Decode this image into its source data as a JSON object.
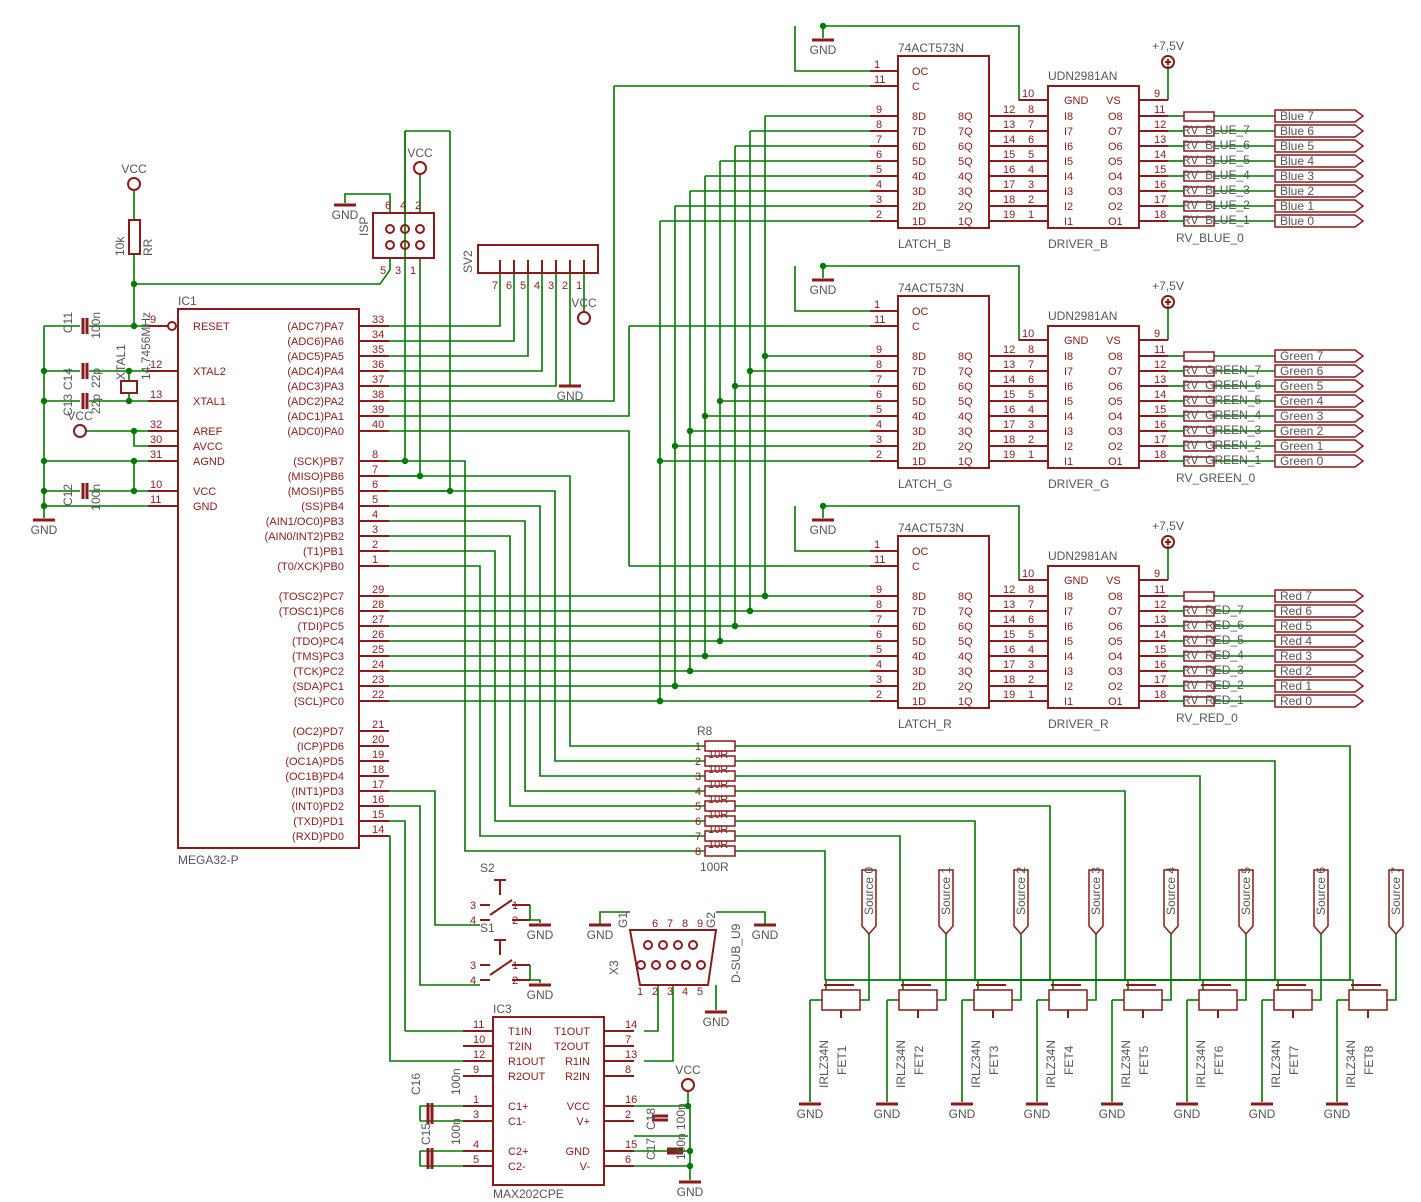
{
  "colors": {
    "wire": "#007a00",
    "symbol": "#8b1a1a",
    "label": "#555555",
    "background": "#ffffff"
  },
  "power": {
    "vcc": "VCC",
    "gnd": "GND",
    "v75": "+7,5V"
  },
  "mcu": {
    "ref": "IC1",
    "value": "MEGA32-P",
    "left_pins": [
      {
        "num": "9",
        "name": "RESET"
      },
      {
        "num": "12",
        "name": "XTAL2"
      },
      {
        "num": "13",
        "name": "XTAL1"
      },
      {
        "num": "32",
        "name": "AREF"
      },
      {
        "num": "30",
        "name": "AVCC"
      },
      {
        "num": "31",
        "name": "AGND"
      },
      {
        "num": "10",
        "name": "VCC"
      },
      {
        "num": "11",
        "name": "GND"
      }
    ],
    "right_pins": [
      {
        "num": "33",
        "name": "(ADC7)PA7"
      },
      {
        "num": "34",
        "name": "(ADC6)PA6"
      },
      {
        "num": "35",
        "name": "(ADC5)PA5"
      },
      {
        "num": "36",
        "name": "(ADC4)PA4"
      },
      {
        "num": "37",
        "name": "(ADC3)PA3"
      },
      {
        "num": "38",
        "name": "(ADC2)PA2"
      },
      {
        "num": "39",
        "name": "(ADC1)PA1"
      },
      {
        "num": "40",
        "name": "(ADC0)PA0"
      },
      {
        "num": "8",
        "name": "(SCK)PB7"
      },
      {
        "num": "7",
        "name": "(MISO)PB6"
      },
      {
        "num": "6",
        "name": "(MOSI)PB5"
      },
      {
        "num": "5",
        "name": "(SS)PB4"
      },
      {
        "num": "4",
        "name": "(AIN1/OC0)PB3"
      },
      {
        "num": "3",
        "name": "(AIN0/INT2)PB2"
      },
      {
        "num": "2",
        "name": "(T1)PB1"
      },
      {
        "num": "1",
        "name": "(T0/XCK)PB0"
      },
      {
        "num": "29",
        "name": "(TOSC2)PC7"
      },
      {
        "num": "28",
        "name": "(TOSC1)PC6"
      },
      {
        "num": "27",
        "name": "(TDI)PC5"
      },
      {
        "num": "26",
        "name": "(TDO)PC4"
      },
      {
        "num": "25",
        "name": "(TMS)PC3"
      },
      {
        "num": "24",
        "name": "(TCK)PC2"
      },
      {
        "num": "23",
        "name": "(SDA)PC1"
      },
      {
        "num": "22",
        "name": "(SCL)PC0"
      },
      {
        "num": "21",
        "name": "(OC2)PD7"
      },
      {
        "num": "20",
        "name": "(ICP)PD6"
      },
      {
        "num": "19",
        "name": "(OC1A)PD5"
      },
      {
        "num": "18",
        "name": "(OC1B)PD4"
      },
      {
        "num": "17",
        "name": "(INT1)PD3"
      },
      {
        "num": "16",
        "name": "(INT0)PD2"
      },
      {
        "num": "15",
        "name": "(TXD)PD1"
      },
      {
        "num": "14",
        "name": "(RXD)PD0"
      }
    ]
  },
  "passives": {
    "rr_ref": "RR",
    "rr_val": "10k",
    "c11_ref": "C11",
    "c11_val": "100n",
    "c14_ref": "C14",
    "c14_val": "22p",
    "c13_ref": "C13",
    "c13_val": "22p",
    "c12_ref": "C12",
    "c12_val": "100n",
    "xtal_ref": "XTAL1",
    "xtal_val": "14,7456MHz",
    "isp": "ISP",
    "sv2": "SV2",
    "isp_pins": [
      "6",
      "4",
      "2",
      "5",
      "3",
      "1"
    ],
    "sv2_pins": [
      "7",
      "6",
      "5",
      "4",
      "3",
      "2",
      "1"
    ]
  },
  "latch_chip": "74ACT573N",
  "driver_chip": "UDN2981AN",
  "latch_left": [
    {
      "num": "9",
      "name": "8D"
    },
    {
      "num": "8",
      "name": "7D"
    },
    {
      "num": "7",
      "name": "6D"
    },
    {
      "num": "6",
      "name": "5D"
    },
    {
      "num": "5",
      "name": "4D"
    },
    {
      "num": "4",
      "name": "3D"
    },
    {
      "num": "3",
      "name": "2D"
    },
    {
      "num": "2",
      "name": "1D"
    }
  ],
  "latch_right": [
    {
      "name": "8Q",
      "num": "12"
    },
    {
      "name": "7Q",
      "num": "13"
    },
    {
      "name": "6Q",
      "num": "14"
    },
    {
      "name": "5Q",
      "num": "15"
    },
    {
      "name": "4Q",
      "num": "16"
    },
    {
      "name": "3Q",
      "num": "17"
    },
    {
      "name": "2Q",
      "num": "18"
    },
    {
      "name": "1Q",
      "num": "19"
    }
  ],
  "latch_ctrl": [
    {
      "num": "1",
      "name": "OC"
    },
    {
      "num": "11",
      "name": "C"
    }
  ],
  "driver_left": [
    {
      "num": "8",
      "name": "I8"
    },
    {
      "num": "7",
      "name": "I7"
    },
    {
      "num": "6",
      "name": "I6"
    },
    {
      "num": "5",
      "name": "I5"
    },
    {
      "num": "4",
      "name": "I4"
    },
    {
      "num": "3",
      "name": "I3"
    },
    {
      "num": "2",
      "name": "I2"
    },
    {
      "num": "1",
      "name": "I1"
    }
  ],
  "driver_right": [
    {
      "name": "O8",
      "num": "11"
    },
    {
      "name": "O7",
      "num": "12"
    },
    {
      "name": "O6",
      "num": "13"
    },
    {
      "name": "O5",
      "num": "14"
    },
    {
      "name": "O4",
      "num": "15"
    },
    {
      "name": "O3",
      "num": "16"
    },
    {
      "name": "O2",
      "num": "17"
    },
    {
      "name": "O1",
      "num": "18"
    }
  ],
  "driver_top": [
    {
      "num": "10",
      "name": "GND"
    },
    {
      "num": "9",
      "name": "VS"
    }
  ],
  "blocks": [
    {
      "latch": "LATCH_B",
      "driver": "DRIVER_B",
      "rv": "RV_BLUE_0",
      "rv_labels": [
        "RV_BLUE_7",
        "RV_BLUE_6",
        "RV_BLUE_5",
        "RV_BLUE_4",
        "RV_BLUE_3",
        "RV_BLUE_2",
        "RV_BLUE_1"
      ],
      "outputs": [
        "Blue 7",
        "Blue 6",
        "Blue 5",
        "Blue 4",
        "Blue 3",
        "Blue 2",
        "Blue 1",
        "Blue 0"
      ]
    },
    {
      "latch": "LATCH_G",
      "driver": "DRIVER_G",
      "rv": "RV_GREEN_0",
      "rv_labels": [
        "RV_GREEN_7",
        "RV_GREEN_6",
        "RV_GREEN_5",
        "RV_GREEN_4",
        "RV_GREEN_3",
        "RV_GREEN_2",
        "RV_GREEN_1"
      ],
      "outputs": [
        "Green 7",
        "Green 6",
        "Green 5",
        "Green 4",
        "Green 3",
        "Green 2",
        "Green 1",
        "Green 0"
      ]
    },
    {
      "latch": "LATCH_R",
      "driver": "DRIVER_R",
      "rv": "RV_RED_0",
      "rv_labels": [
        "RV_RED_7",
        "RV_RED_6",
        "RV_RED_5",
        "RV_RED_4",
        "RV_RED_3",
        "RV_RED_2",
        "RV_RED_1"
      ],
      "outputs": [
        "Red 7",
        "Red 6",
        "Red 5",
        "Red 4",
        "Red 3",
        "Red 2",
        "Red 1",
        "Red 0"
      ]
    }
  ],
  "r8": {
    "ref": "R8",
    "val": "100R",
    "labels": [
      "1",
      "2",
      "3",
      "4",
      "5",
      "6",
      "7",
      "8"
    ],
    "inner": [
      "10R",
      "10R",
      "10R",
      "10R",
      "10R",
      "10R",
      "10R"
    ]
  },
  "fets": {
    "model": "IRLZ34N",
    "refs": [
      "FET1",
      "FET2",
      "FET3",
      "FET4",
      "FET5",
      "FET6",
      "FET7",
      "FET8"
    ],
    "sources": [
      "Source 0",
      "Source 1",
      "Source 2",
      "Source 3",
      "Source 4",
      "Source 5",
      "Source 6",
      "Source 7"
    ]
  },
  "switches": [
    {
      "ref": "S2",
      "pins": [
        "3",
        "4",
        "1",
        "2"
      ]
    },
    {
      "ref": "S1",
      "pins": [
        "3",
        "4",
        "1",
        "2"
      ]
    }
  ],
  "dsub": {
    "ref": "X3",
    "val": "D-SUB_U9",
    "g1": "G1",
    "g2": "G2",
    "top_pins": [
      "6",
      "7",
      "8",
      "9"
    ],
    "bottom_pins": [
      "1",
      "2",
      "3",
      "4",
      "5"
    ]
  },
  "max": {
    "ref": "IC3",
    "value": "MAX202CPE",
    "left": [
      {
        "num": "11",
        "name": "T1IN"
      },
      {
        "num": "10",
        "name": "T2IN"
      },
      {
        "num": "12",
        "name": "R1OUT"
      },
      {
        "num": "9",
        "name": "R2OUT"
      },
      {
        "num": "1",
        "name": "C1+"
      },
      {
        "num": "3",
        "name": "C1-"
      },
      {
        "num": "4",
        "name": "C2+"
      },
      {
        "num": "5",
        "name": "C2-"
      }
    ],
    "right": [
      {
        "name": "T1OUT",
        "num": "14"
      },
      {
        "name": "T2OUT",
        "num": "7"
      },
      {
        "name": "R1IN",
        "num": "13"
      },
      {
        "name": "R2IN",
        "num": "8"
      },
      {
        "name": "VCC",
        "num": "16"
      },
      {
        "name": "V+",
        "num": "2"
      },
      {
        "name": "GND",
        "num": "15"
      },
      {
        "name": "V-",
        "num": "6"
      }
    ],
    "c15_ref": "C15",
    "c15_val": "100n",
    "c16_ref": "C16",
    "c16_val": "100n",
    "c17_ref": "C17",
    "c17_val": "100n",
    "c18_ref": "C18",
    "c18_val": "100n"
  }
}
